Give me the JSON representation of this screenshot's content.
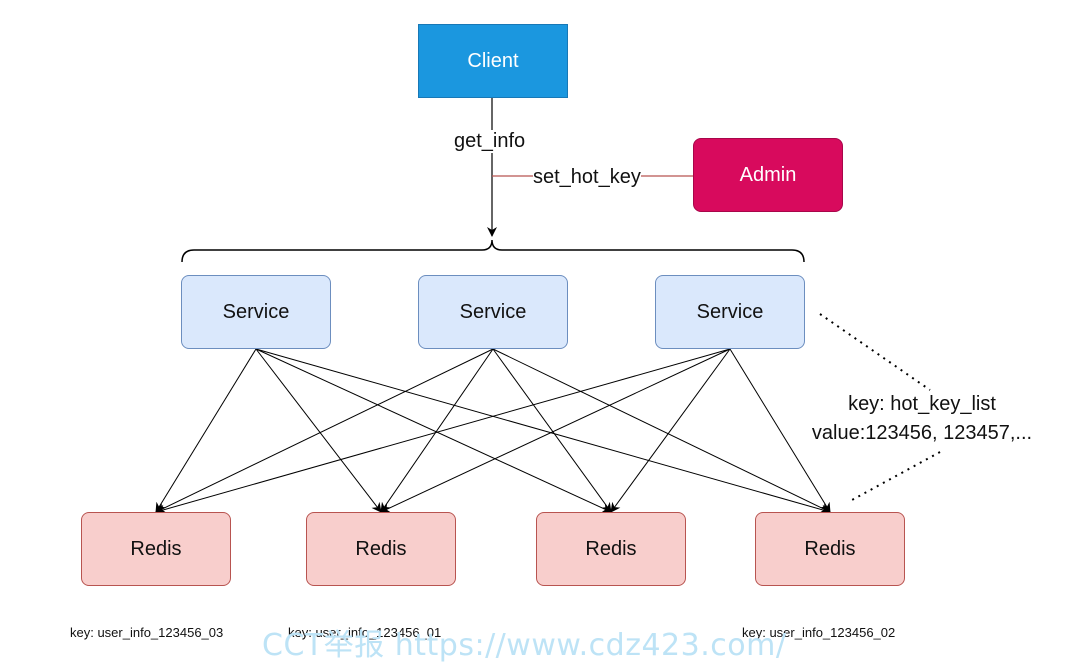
{
  "nodes": {
    "client": "Client",
    "admin": "Admin",
    "services": [
      "Service",
      "Service",
      "Service"
    ],
    "redis": [
      "Redis",
      "Redis",
      "Redis",
      "Redis"
    ]
  },
  "edges": {
    "get_info": "get_info",
    "set_hot_key": "set_hot_key"
  },
  "hot_key_note": {
    "line1": "key: hot_key_list",
    "line2": "value:123456, 123457,..."
  },
  "redis_keys": [
    "key: user_info_123456_03",
    "key: user_info_123456_01",
    "key: user_info_123456_02"
  ],
  "watermark": "CCT举报 https://www.cdz423.com/",
  "colors": {
    "client": "#1b97df",
    "admin": "#d80a5d",
    "service_fill": "#dae8fc",
    "service_border": "#6c8ebf",
    "redis_fill": "#f8cecc",
    "redis_border": "#b85450",
    "admin_link": "#b85450"
  }
}
